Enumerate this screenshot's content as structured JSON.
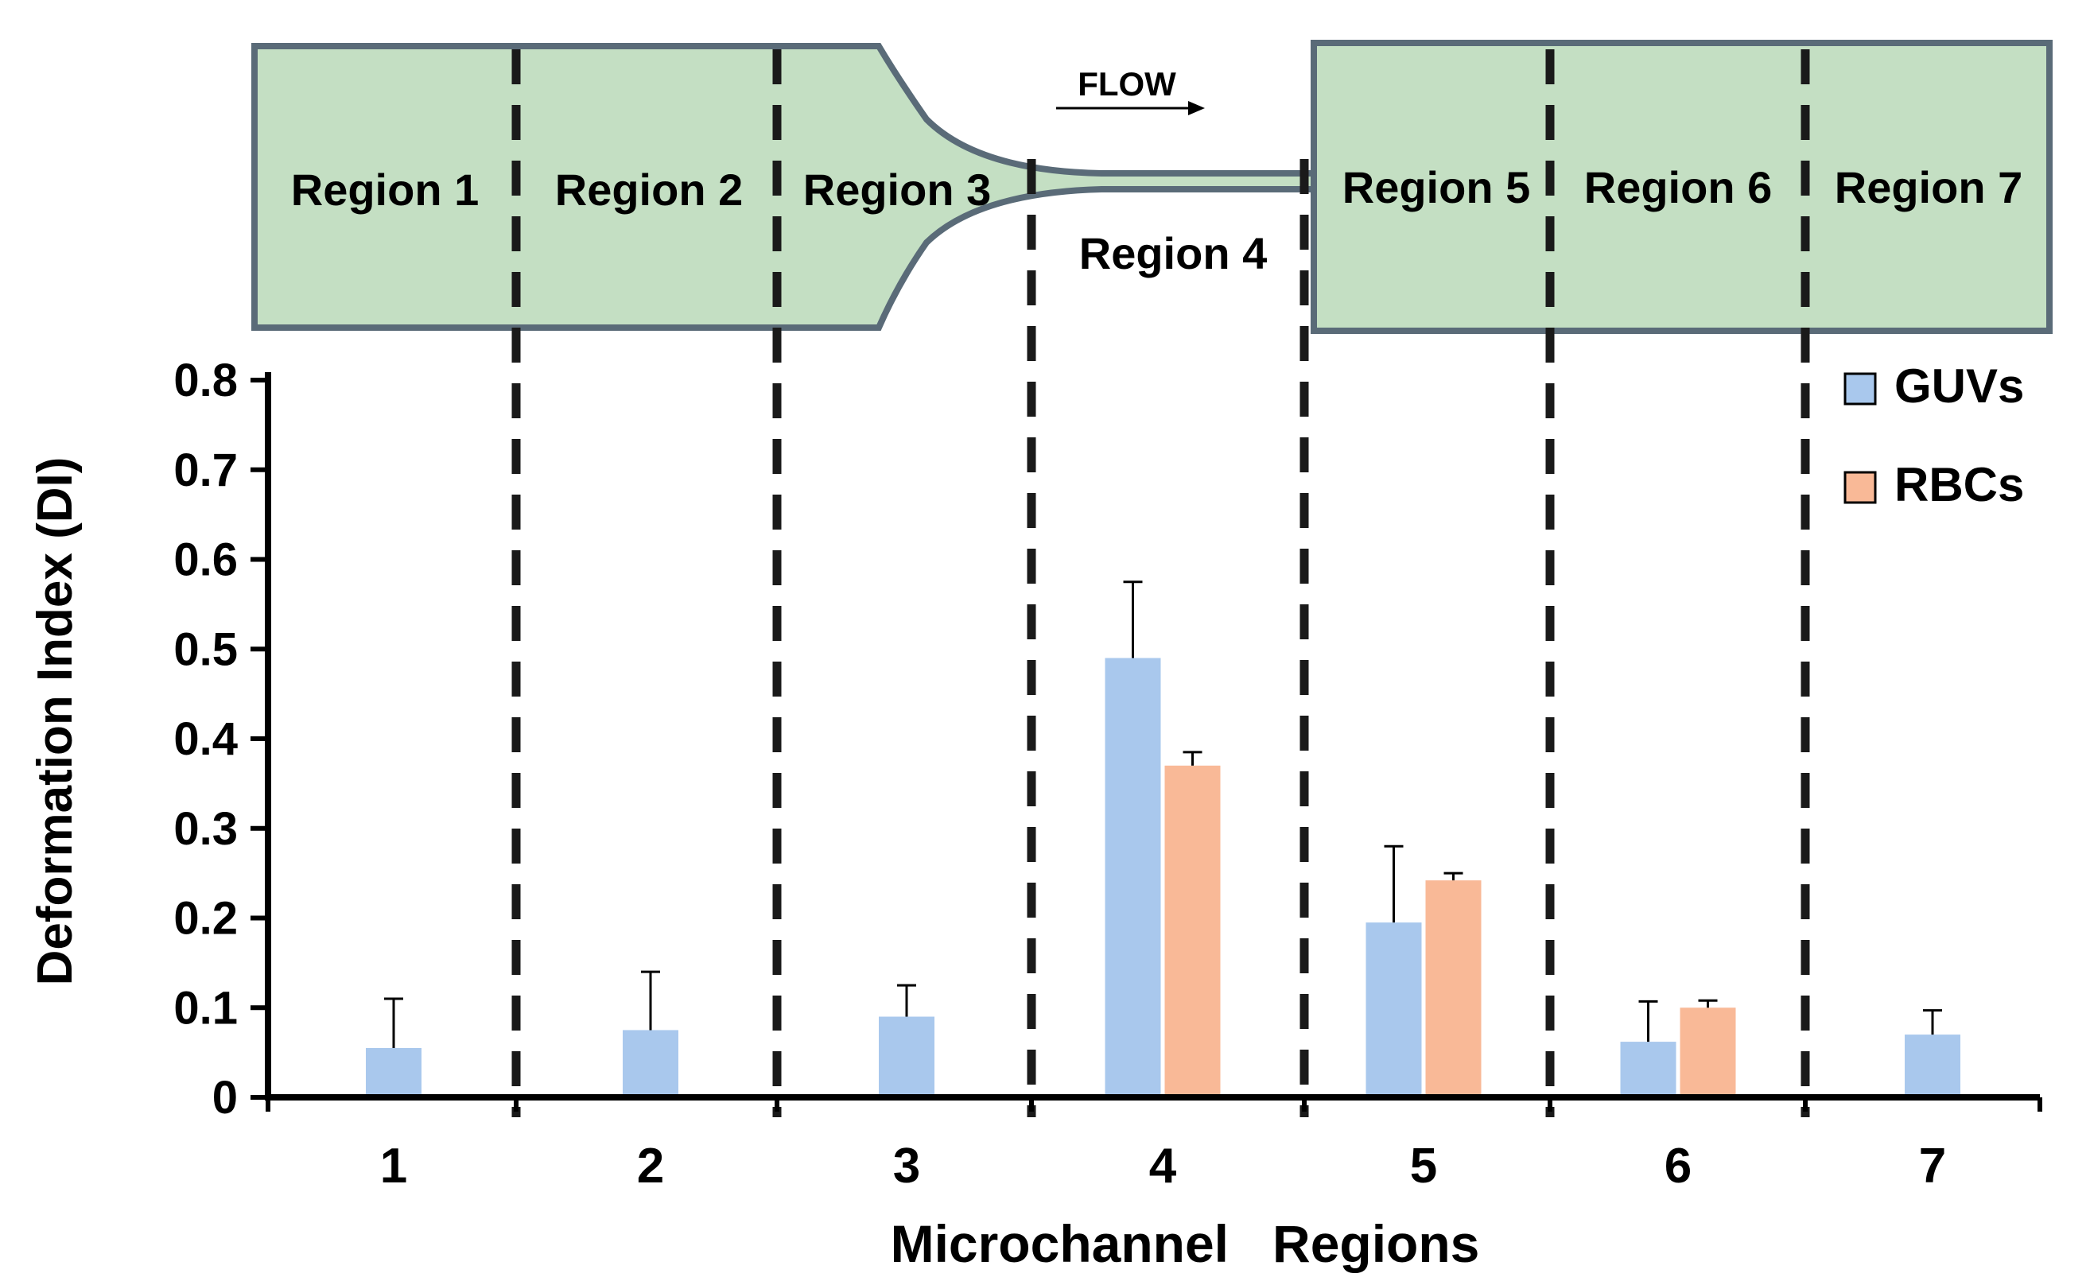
{
  "schematic": {
    "flow_label": "FLOW",
    "region_labels": [
      "Region 1",
      "Region 2",
      "Region 3",
      "Region 4",
      "Region 5",
      "Region 6",
      "Region 7"
    ],
    "fill_color": "#c4dfc3",
    "wall_color": "#5a6b78"
  },
  "chart_data": {
    "type": "bar",
    "title": "",
    "xlabel": "Microchannel   Regions",
    "ylabel": "Deformation Index (DI)",
    "categories": [
      "1",
      "2",
      "3",
      "4",
      "5",
      "6",
      "7"
    ],
    "ylim": [
      0,
      0.8
    ],
    "yticks": [
      "0",
      "0.1",
      "0.2",
      "0.3",
      "0.4",
      "0.5",
      "0.6",
      "0.7",
      "0.8"
    ],
    "grid": false,
    "legend_position": "top-right",
    "series": [
      {
        "name": "GUVs",
        "color": "#a9c8ed",
        "values": [
          0.055,
          0.075,
          0.09,
          0.49,
          0.195,
          0.062,
          0.07
        ],
        "error": [
          0.055,
          0.065,
          0.035,
          0.085,
          0.085,
          0.045,
          0.027
        ]
      },
      {
        "name": "RBCs",
        "color": "#f9b997",
        "values": [
          null,
          null,
          null,
          0.37,
          0.242,
          0.1,
          null
        ],
        "error": [
          null,
          null,
          null,
          0.015,
          0.008,
          0.008,
          null
        ]
      }
    ]
  }
}
